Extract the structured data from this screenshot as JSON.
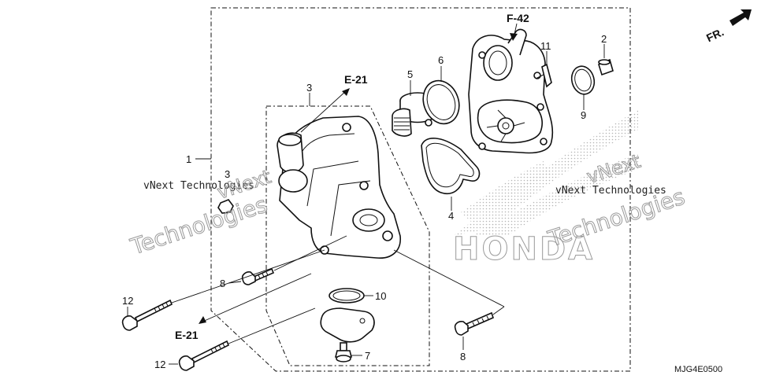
{
  "diagram": {
    "callouts": {
      "c1": "1",
      "c2": "2",
      "c3": "3",
      "c3b": "3",
      "c4": "4",
      "c5": "5",
      "c6": "6",
      "c7": "7",
      "c8a": "8",
      "c8b": "8",
      "c9": "9",
      "c10": "10",
      "c11": "11",
      "c12a": "12",
      "c12b": "12"
    },
    "references": {
      "e21_top": "E-21",
      "e21_bottom": "E-21",
      "f42": "F-42",
      "fr": "FR."
    },
    "watermarks": {
      "left_line1": "vNext Technologies",
      "left_line2": "vNext",
      "left_line3": "Technologies",
      "right_line1": "vNext Technologies",
      "right_line2": "vNext",
      "right_line3": "Technologies"
    },
    "logo_text": "HONDA",
    "drawing_code": "MJG4E0500"
  }
}
